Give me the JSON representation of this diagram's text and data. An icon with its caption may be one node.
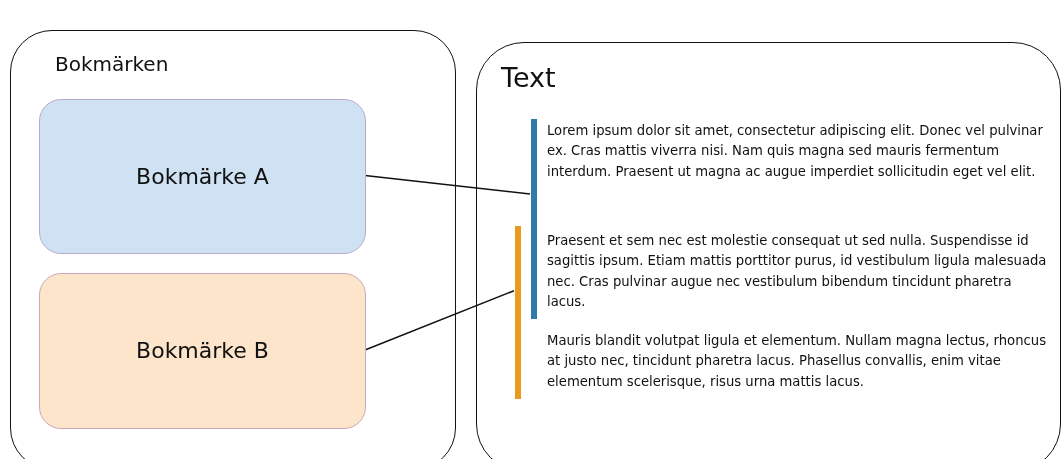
{
  "diagram": {
    "nodes": [
      {
        "text": [
          "Bokmärken"
        ]
      },
      {
        "text": [
          "Bokmärke A"
        ],
        "in": 0
      },
      {
        "text": [
          "Bokmärke B"
        ],
        "in": 0
      },
      {
        "text": [
          "Text",
          "Lorem ipsum dolor sit amet, consectetur adipiscing elit. Donec vel pulvinar ex. Cras mattis viverra nisi. Nam quis magna sed mauris fermentum interdum. Praesent ut magna ac augue imperdiet sollicitudin eget vel elit.",
          "Praesent et sem nec est molestie consequat ut sed nulla. Suspendisse id sagittis ipsum. Etiam mattis porttitor purus, id vestibulum ligula malesuada nec. Cras pulvinar augue nec vestibulum bibendum tincidunt pharetra lacus.",
          "Mauris blandit volutpat ligula et elementum. Nullam magna lectus, rhoncus at justo nec, tincidunt pharetra lacus. Phasellus convallis, enim vitae elementum scelerisque, risus urna mattis lacus."
        ]
      },
      {
        "text": [],
        "shape": "bar",
        "in": 3
      },
      {
        "text": [],
        "shape": "bar",
        "in": 3
      }
    ],
    "edges": [
      {
        "from": 1,
        "to": 4,
        "arrow": "none"
      },
      {
        "from": 2,
        "to": 5,
        "arrow": "none"
      }
    ]
  }
}
